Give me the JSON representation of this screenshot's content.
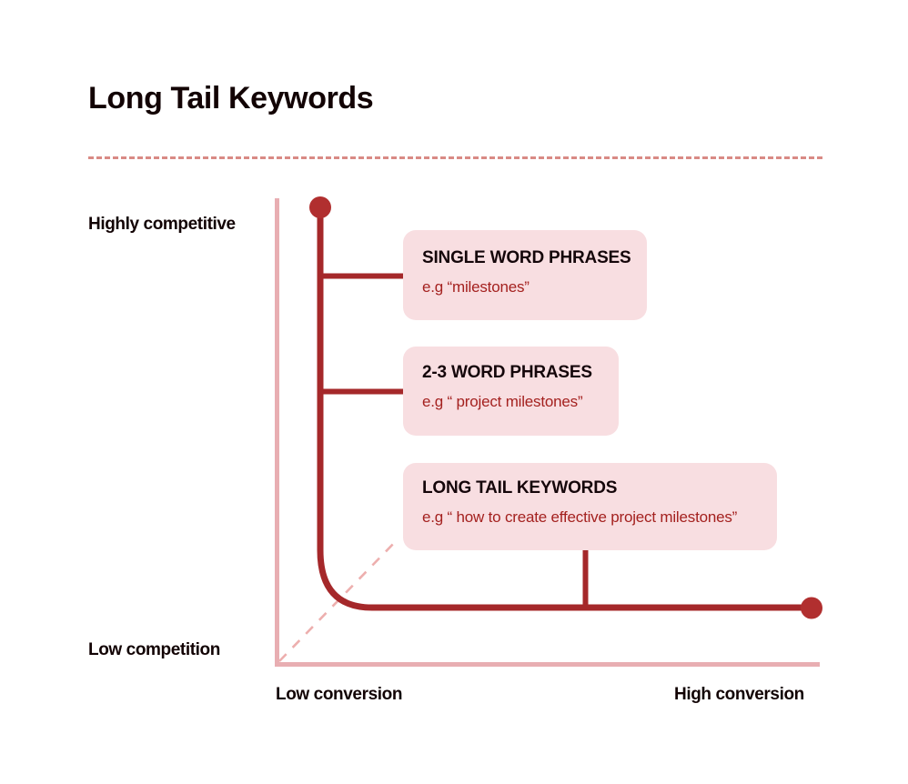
{
  "page": {
    "title": "Long Tail Keywords",
    "background": "#ffffff"
  },
  "colors": {
    "title_text": "#120304",
    "divider": "#d98a85",
    "axis": "#e8aeb2",
    "curve": "#a5282a",
    "card_background": "#f8dee1",
    "card_title_text": "#15060a",
    "card_example_text": "#a4211f",
    "guide_dashed": "#edafae"
  },
  "axes": {
    "y_top_label": "Highly competitive",
    "y_bottom_label": "Low competition",
    "x_left_label": "Low conversion",
    "x_right_label": "High conversion"
  },
  "cards": [
    {
      "name": "single-word-phrases",
      "title": "SINGLE WORD PHRASES",
      "example": "e.g “milestones”"
    },
    {
      "name": "two-three-word-phrases",
      "title": "2-3 WORD PHRASES",
      "example": "e.g “ project milestones”"
    },
    {
      "name": "long-tail-keywords",
      "title": "LONG TAIL KEYWORDS",
      "example": "e.g “ how to create effective project milestones”"
    }
  ],
  "chart_data": {
    "type": "line",
    "title": "Long Tail Keywords",
    "xlabel": "Conversion",
    "ylabel": "Competition",
    "xlim": [
      "Low conversion",
      "High conversion"
    ],
    "ylim": [
      "Low competition",
      "Highly competitive"
    ],
    "grid": false,
    "legend": "none",
    "description": "Inverse L-shaped curve showing competition falling as conversion rises; three annotated keyword tiers along the curve.",
    "series": [
      {
        "name": "competition-vs-conversion",
        "style": "solid",
        "color": "#a5282a",
        "endpoint_markers": [
          "top-left",
          "bottom-right"
        ],
        "points": [
          {
            "x": 0.06,
            "y": 1.0,
            "label": "Highly competitive / Low conversion"
          },
          {
            "x": 0.06,
            "y": 0.83,
            "label": "single word phrases branch"
          },
          {
            "x": 0.06,
            "y": 0.59,
            "label": "2-3 word phrases branch"
          },
          {
            "x": 0.08,
            "y": 0.2,
            "label": "curve bend start"
          },
          {
            "x": 0.17,
            "y": 0.12,
            "label": "curve bend end"
          },
          {
            "x": 0.57,
            "y": 0.12,
            "label": "long tail keywords branch"
          },
          {
            "x": 0.99,
            "y": 0.12,
            "label": "Low competition / High conversion"
          }
        ]
      },
      {
        "name": "diagonal-reference",
        "style": "dashed",
        "color": "#edafae",
        "points": [
          {
            "x": 0.0,
            "y": 0.0
          },
          {
            "x": 0.26,
            "y": 0.27
          }
        ]
      }
    ],
    "annotations": [
      {
        "target": "single word phrases",
        "attach_y": 0.83,
        "tier": 1
      },
      {
        "target": "2-3 word phrases",
        "attach_y": 0.59,
        "tier": 2
      },
      {
        "target": "long tail keywords",
        "attach_x": 0.57,
        "tier": 3
      }
    ]
  }
}
